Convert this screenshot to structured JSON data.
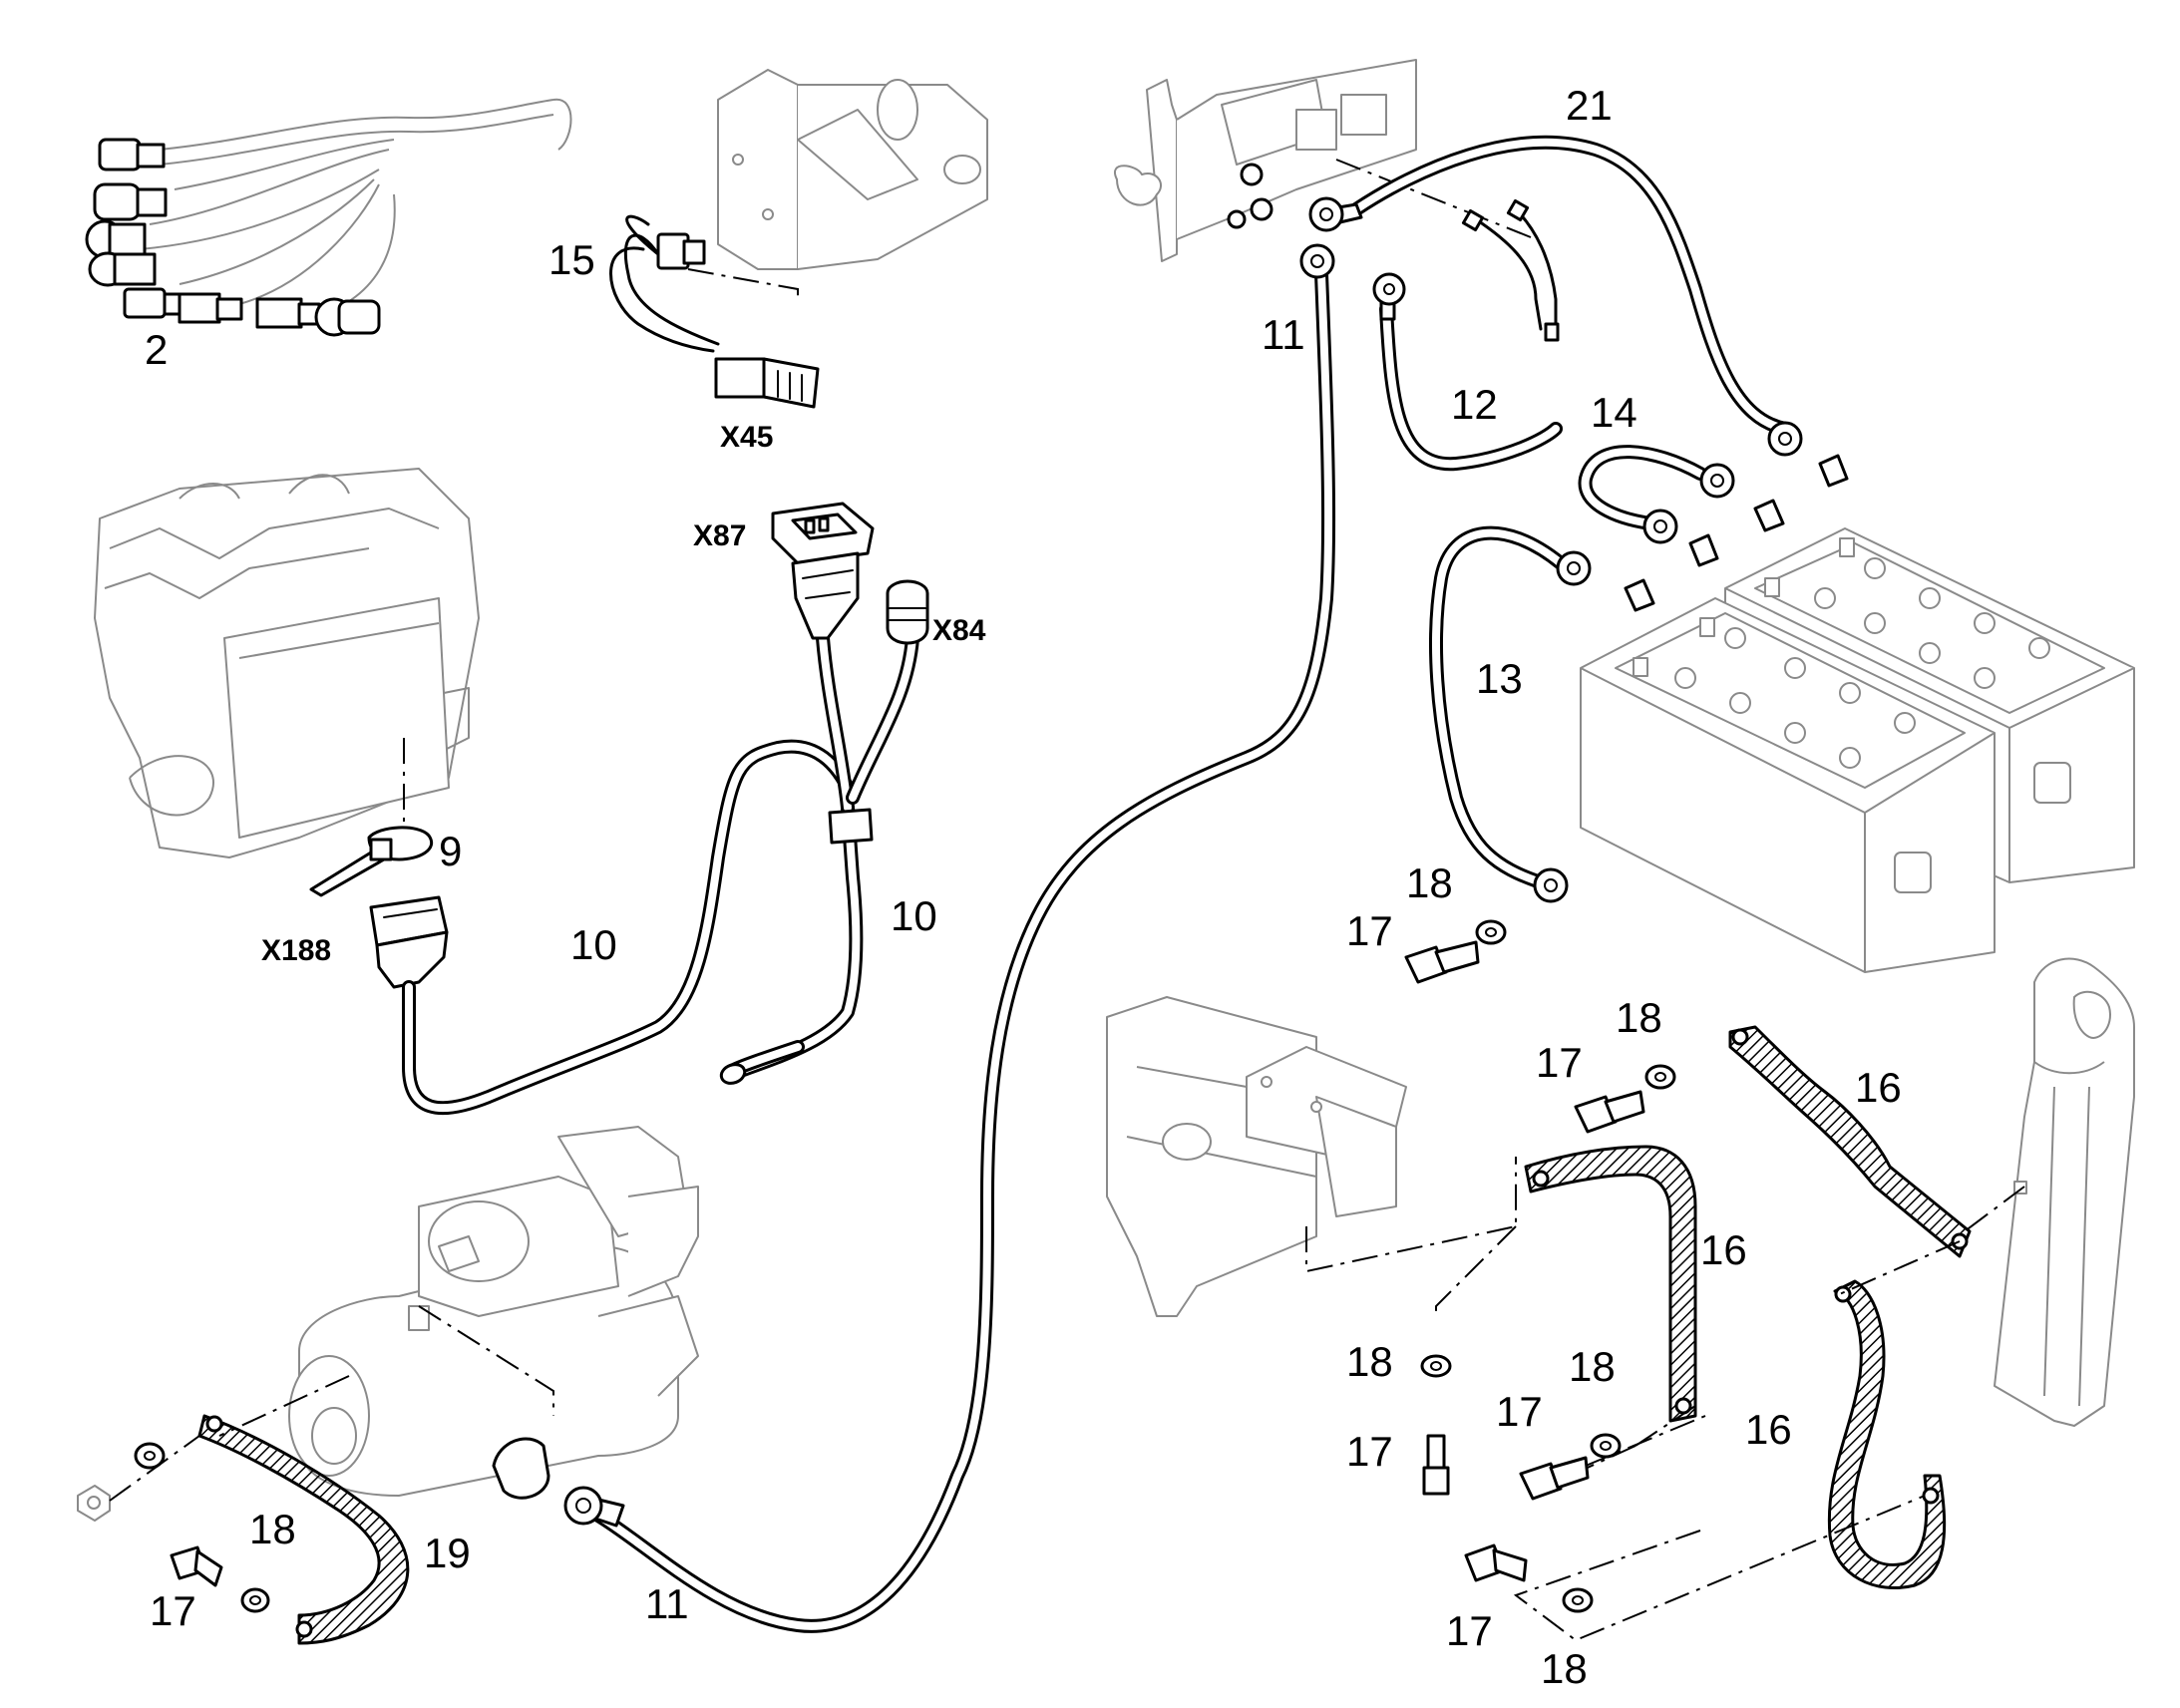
{
  "labels": {
    "n2": "2",
    "n9": "9",
    "n10a": "10",
    "n10b": "10",
    "n11a": "11",
    "n11b": "11",
    "n12": "12",
    "n13": "13",
    "n14": "14",
    "n15": "15",
    "n16a": "16",
    "n16b": "16",
    "n16c": "16",
    "n17a": "17",
    "n17b": "17",
    "n17c": "17",
    "n17d": "17",
    "n17e": "17",
    "n17f": "17",
    "n18a": "18",
    "n18b": "18",
    "n18c": "18",
    "n18d": "18",
    "n18e": "18",
    "n18f": "18",
    "n19": "19",
    "n21": "21"
  },
  "connectors": {
    "x45": "X45",
    "x84": "X84",
    "x87": "X87",
    "x188": "X188"
  }
}
